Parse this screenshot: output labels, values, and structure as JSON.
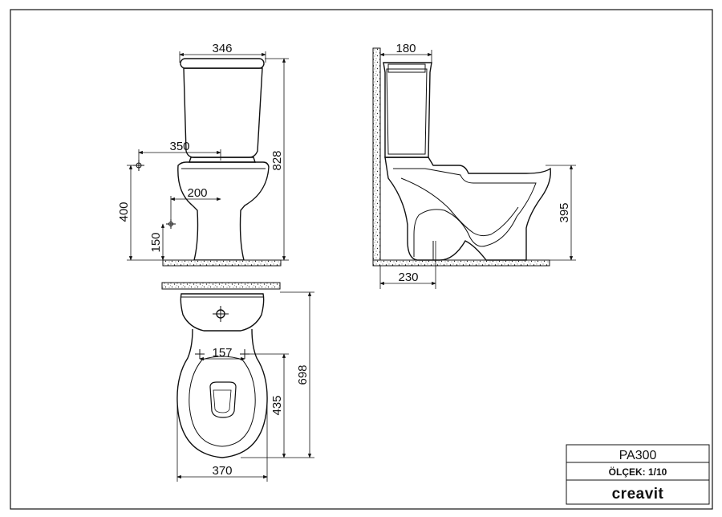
{
  "drawing": {
    "dimensions": {
      "tank_width": "346",
      "overall_height": "828",
      "water_inlet_offset": "350",
      "inlet_height": "400",
      "waste_spacing": "200",
      "waste_height": "150",
      "tank_depth": "180",
      "seat_height": "395",
      "outlet_distance": "230",
      "fixing_spacing": "157",
      "bowl_length": "435",
      "overall_depth": "698",
      "bowl_width": "370"
    }
  },
  "title_block": {
    "model": "PA300",
    "scale": "ÖLÇEK: 1/10",
    "brand": "creavit"
  }
}
